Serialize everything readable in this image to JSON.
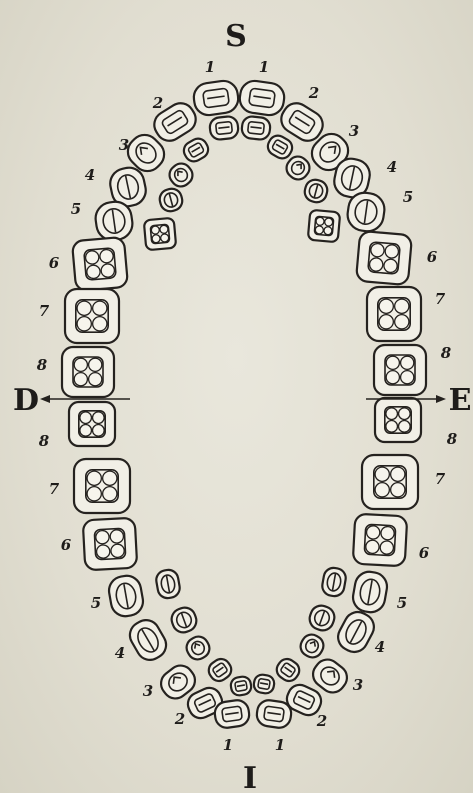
{
  "labels": {
    "top": "S",
    "left": "D",
    "right": "E",
    "bottom": "I"
  },
  "tooth_numbers": {
    "upper_left": [
      "1",
      "2",
      "3",
      "4",
      "5",
      "6",
      "7",
      "8"
    ],
    "upper_right": [
      "1",
      "2",
      "3",
      "4",
      "5",
      "6",
      "7",
      "8"
    ],
    "lower_left": [
      "1",
      "2",
      "3",
      "4",
      "5",
      "6",
      "7",
      "8"
    ],
    "lower_right": [
      "1",
      "2",
      "3",
      "4",
      "5",
      "6",
      "7",
      "8"
    ]
  }
}
